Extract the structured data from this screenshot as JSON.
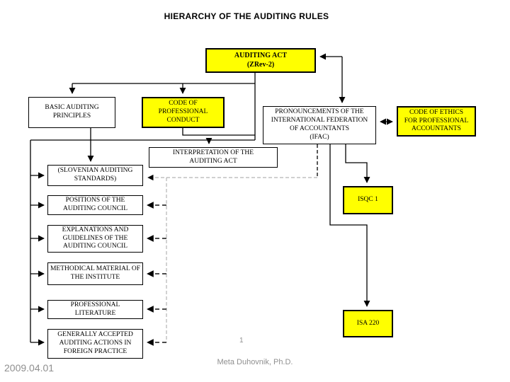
{
  "slide": {
    "title": "HIERARCHY OF THE AUDITING RULES",
    "page_number": "1",
    "footer_author": "Meta Duhovnik, Ph.D.",
    "footer_date": "2009.04.01"
  },
  "boxes": {
    "auditing_act": "AUDITING ACT\n(ZRev-2)",
    "basic_principles": "BASIC AUDITING\nPRINCIPLES",
    "code_conduct": "CODE OF\nPROFESSIONAL\nCONDUCT",
    "pronouncements": "PRONOUNCEMENTS OF THE\nINTERNATIONAL FEDERATION\nOF ACCOUNTANTS\n(IFAC)",
    "code_ethics": "CODE OF ETHICS\nFOR PROFESSIONAL\nACCOUNTANTS",
    "interpretation": "INTERPRETATION OF THE\nAUDITING ACT",
    "slovenian_standards": "(SLOVENIAN AUDITING\nSTANDARDS)",
    "positions_council": "POSITIONS OF THE\nAUDITING COUNCIL",
    "explanations_guidelines": "EXPLANATIONS AND\nGUIDELINES OF THE\nAUDITING COUNCIL",
    "methodical_material": "METHODICAL MATERIAL OF\nTHE INSTITUTE",
    "professional_literature": "PROFESSIONAL LITERATURE",
    "generally_accepted": "GENERALLY ACCEPTED\nAUDITING ACTIONS IN\nFOREIGN PRACTICE",
    "isqc1": "ISQC 1",
    "isa220": "ISA 220"
  },
  "colors": {
    "highlight_fill": "#FFFF00",
    "box_fill": "#FFFFFF",
    "border_and_text": "#000000",
    "dashed_rail": "#b3b3b3",
    "footer_text": "#8f8f8f"
  }
}
